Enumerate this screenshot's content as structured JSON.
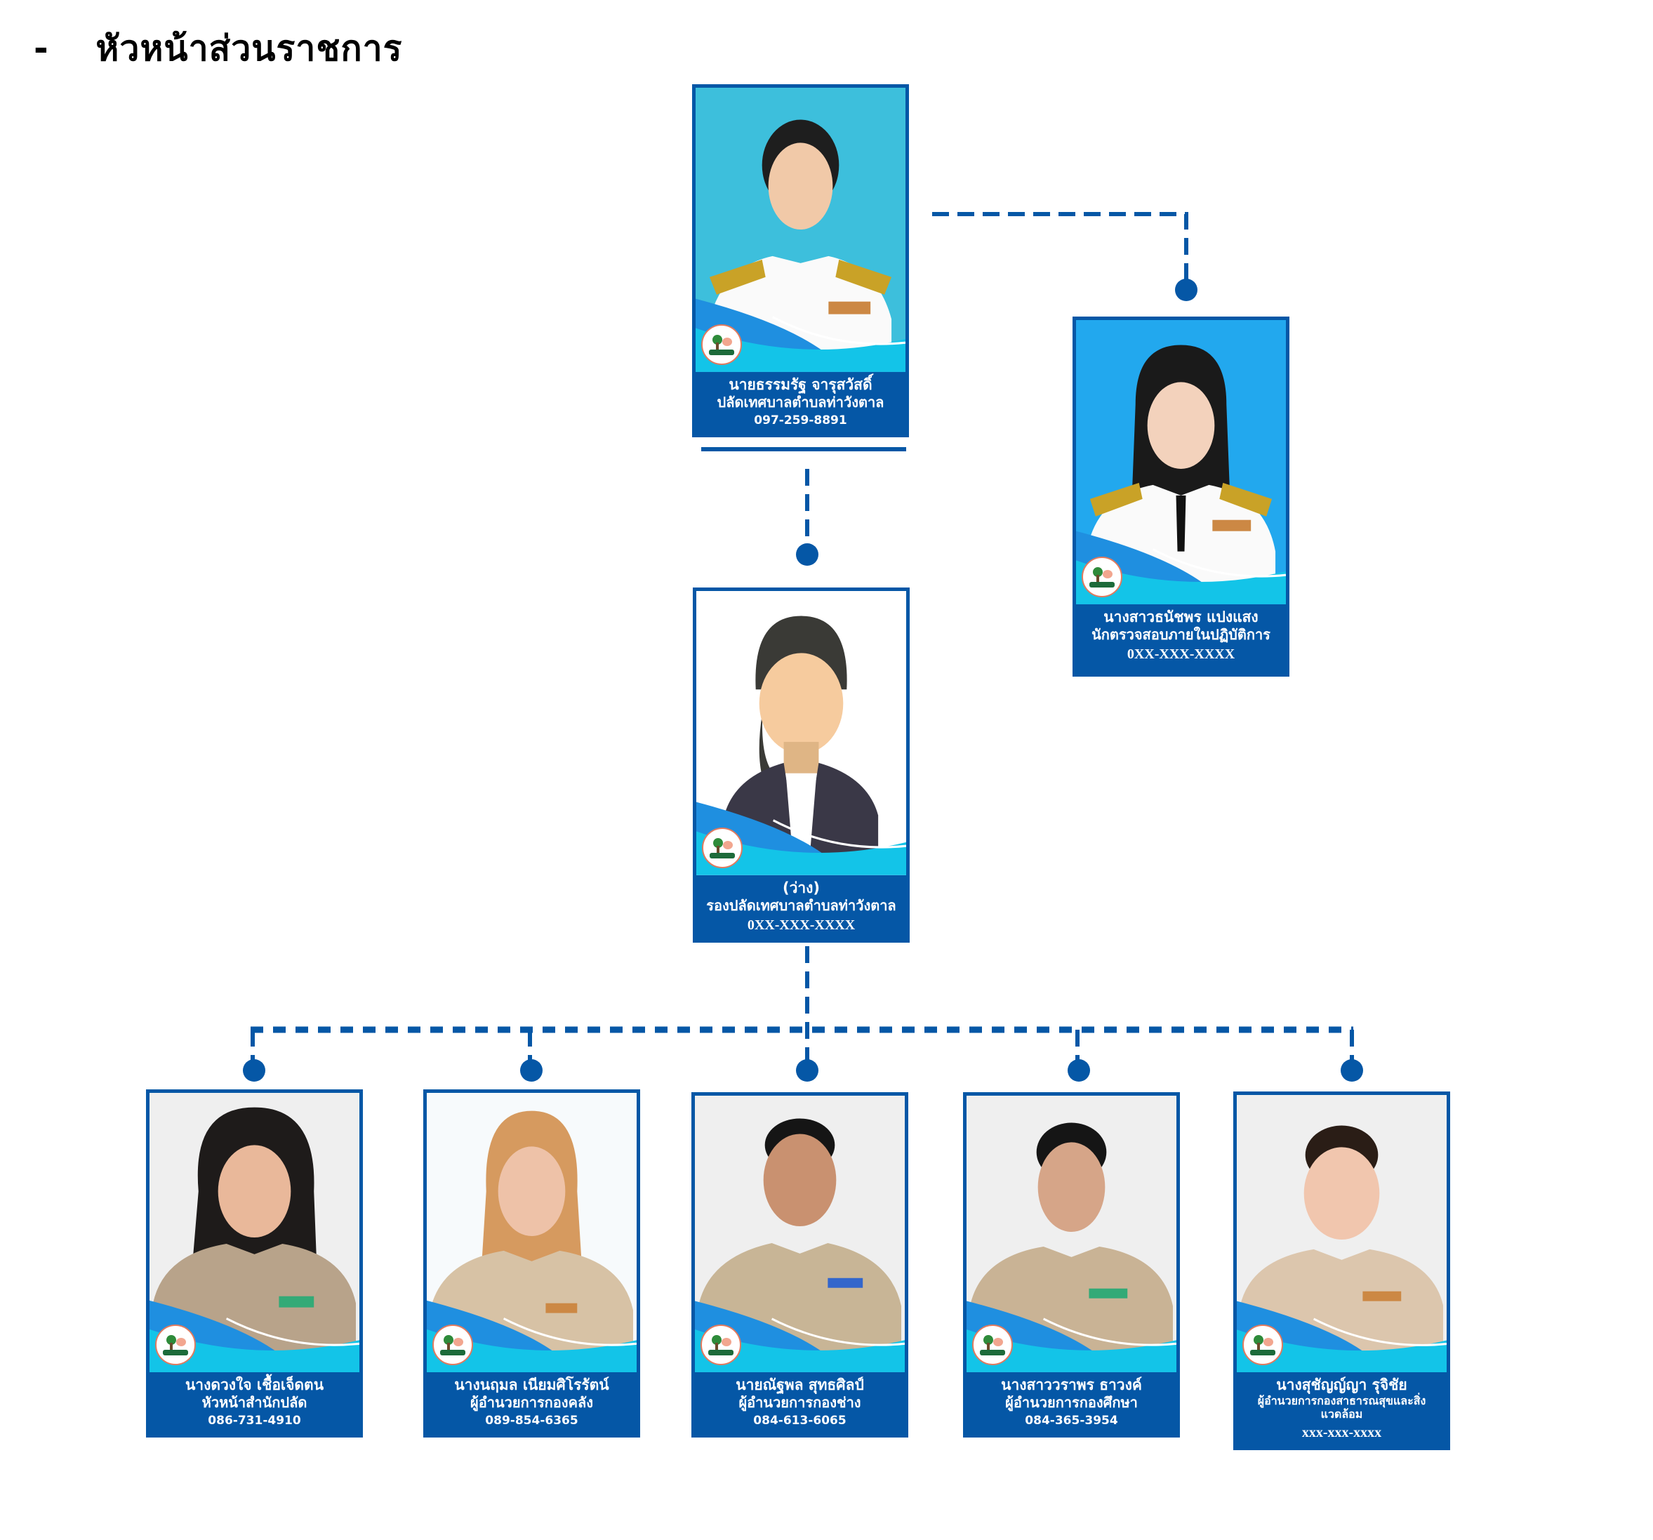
{
  "page": {
    "heading_bullet": "-",
    "heading": "หัวหน้าส่วนราชการ"
  },
  "colors": {
    "primary_blue": "#0557a6",
    "top_photo_bg": "#3dbfdc",
    "auditor_photo_bg": "#22a8ee",
    "division_photo_bg": "#efefef"
  },
  "chief": {
    "name": "นายธรรมรัฐ  จารุสวัสดิ์",
    "position": "ปลัดเทศบาลตำบลท่าวังตาล",
    "phone": "097-259-8891"
  },
  "auditor": {
    "name": "นางสาวธนัชพร  แปงแสง",
    "position": "นักตรวจสอบภายในปฏิบัติการ",
    "phone": "0XX-XXX-XXXX"
  },
  "deputy": {
    "name": "(ว่าง)",
    "position": "รองปลัดเทศบาลตำบลท่าวังตาล",
    "phone": "0XX-XXX-XXXX"
  },
  "divisions": [
    {
      "name": "นางดวงใจ  เชื้อเจ็ดตน",
      "position": "หัวหน้าสำนักปลัด",
      "phone": "086-731-4910"
    },
    {
      "name": "นางนฤมล  เนียมศิโรรัตน์",
      "position": "ผู้อำนวยการกองคลัง",
      "phone": "089-854-6365"
    },
    {
      "name": "นายณัฐพล  สุทธศิลป์",
      "position": "ผู้อำนวยการกองช่าง",
      "phone": "084-613-6065"
    },
    {
      "name": "นางสาววราพร  ธาวงค์",
      "position": "ผู้อำนวยการกองศึกษา",
      "phone": "084-365-3954"
    },
    {
      "name": "นางสุชัญญ์ญา  รุจิชัย",
      "position": "ผู้อำนวยการกองสาธารณสุขและสิ่งแวดล้อม",
      "phone": "xxx-xxx-xxxx"
    }
  ]
}
